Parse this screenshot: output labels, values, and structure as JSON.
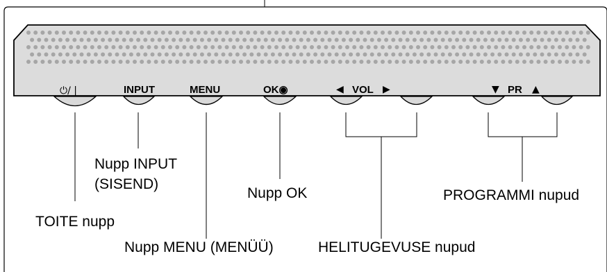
{
  "panel": {
    "power_symbol": "⏻/ |",
    "input_label": "INPUT",
    "menu_label": "MENU",
    "ok_label": "OK◉",
    "vol_left_arrow": "◀",
    "vol_label": "VOL",
    "vol_right_arrow": "▶",
    "pr_down_arrow": "▼",
    "pr_label": "PR",
    "pr_up_arrow": "▲"
  },
  "callouts": {
    "power": "TOITE nupp",
    "input_line1": "Nupp INPUT",
    "input_line2": "(SISEND)",
    "menu": "Nupp MENU (MENÜÜ)",
    "ok": "Nupp OK",
    "volume": "HELITUGEVUSE nupud",
    "programme": "PROGRAMMI nupud"
  },
  "colors": {
    "panel_face": "#dcdcdc",
    "panel_border": "#000000",
    "button_fill": "#d9d9d9",
    "speaker_dots": "#a6a6a6"
  }
}
